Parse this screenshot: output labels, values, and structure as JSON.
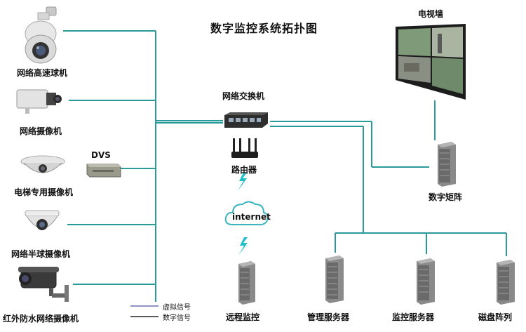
{
  "title": "数字监控系统拓扑图",
  "devices": {
    "ptz_dome": "网络高速球机",
    "box_camera": "网络摄像机",
    "elevator_camera": "电梯专用摄像机",
    "dvs_box": "DVS",
    "half_dome": "网络半球摄像机",
    "ir_bullet": "红外防水网络摄像机",
    "switch": "网络交换机",
    "router": "路由器",
    "internet": "internet",
    "remote": "远程监控",
    "tv_wall": "电视墙",
    "matrix": "数字矩阵",
    "mgmt_server": "管理服务器",
    "monitor_server": "监控服务器",
    "disk_array": "磁盘阵列"
  },
  "legend": {
    "virtual": "虚拟信号",
    "digital": "数字信号"
  },
  "colors": {
    "wire": "#2a9a9a",
    "legend_virtual": "#6a6fb0",
    "legend_digital": "#222222"
  }
}
